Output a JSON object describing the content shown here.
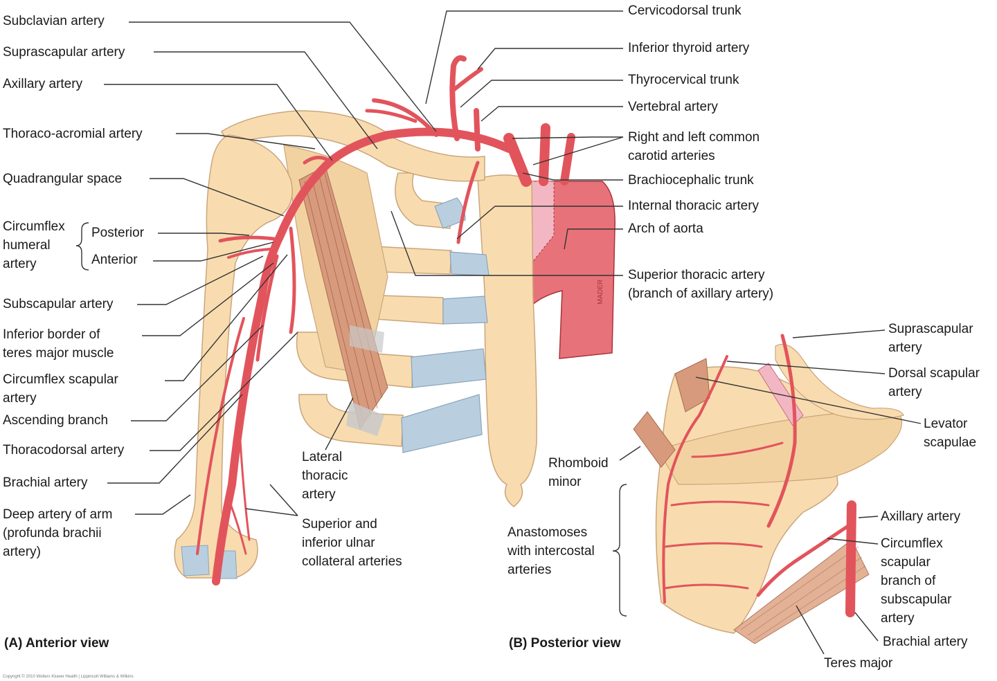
{
  "colors": {
    "bone": "#f8dcb0",
    "bone_outline": "#caa57a",
    "artery": "#e2545c",
    "artery_dark": "#a8323a",
    "cartilage": "#b9cfe0",
    "aorta": "#e8727a",
    "aorta_light": "#f3b7c4",
    "muscle": "#d89a7c",
    "leader": "#333333"
  },
  "labels": {
    "subclavian": "Subclavian artery",
    "suprascapular": "Suprascapular artery",
    "axillary": "Axillary artery",
    "thoraco_acromial": "Thoraco-acromial artery",
    "quadrangular": "Quadrangular space",
    "circumflex_humeral": "Circumflex\nhumeral\nartery",
    "posterior": "Posterior",
    "anterior": "Anterior",
    "subscapular": "Subscapular artery",
    "inferior_border": "Inferior border of\nteres major muscle",
    "circumflex_scapular": "Circumflex scapular\nartery",
    "ascending_branch": "Ascending branch",
    "thoracodorsal": "Thoracodorsal artery",
    "brachial": "Brachial artery",
    "deep_artery": "Deep artery of arm\n(profunda brachii\nartery)",
    "lateral_thoracic": "Lateral\nthoracic\nartery",
    "ulnar_collateral": "Superior and\ninferior ulnar\ncollateral arteries",
    "cervicodorsal": "Cervicodorsal trunk",
    "inferior_thyroid": "Inferior thyroid artery",
    "thyrocervical": "Thyrocervical trunk",
    "vertebral": "Vertebral artery",
    "common_carotid": "Right and left common\ncarotid arteries",
    "brachiocephalic": "Brachiocephalic trunk",
    "internal_thoracic": "Internal thoracic artery",
    "arch_aorta": "Arch of aorta",
    "superior_thoracic": "Superior thoracic artery\n(branch of axillary artery)",
    "b_suprascapular": "Suprascapular\nartery",
    "b_dorsal_scapular": "Dorsal scapular\nartery",
    "b_levator": "Levator\nscapulae",
    "b_rhomboid": "Rhomboid\nminor",
    "b_anastomoses": "Anastomoses\nwith intercostal\narteries",
    "b_axillary": "Axillary artery",
    "b_circumflex": "Circumflex\nscapular\nbranch of\nsubscapular\nartery",
    "b_brachial": "Brachial artery",
    "b_teres": "Teres major",
    "view_a": "(A) Anterior view",
    "view_b": "(B) Posterior view",
    "illustrator_sig": "MADER",
    "copyright": "Copyright © 2010 Wolters Kluwer Health | Lippincott Williams & Wilkins"
  }
}
